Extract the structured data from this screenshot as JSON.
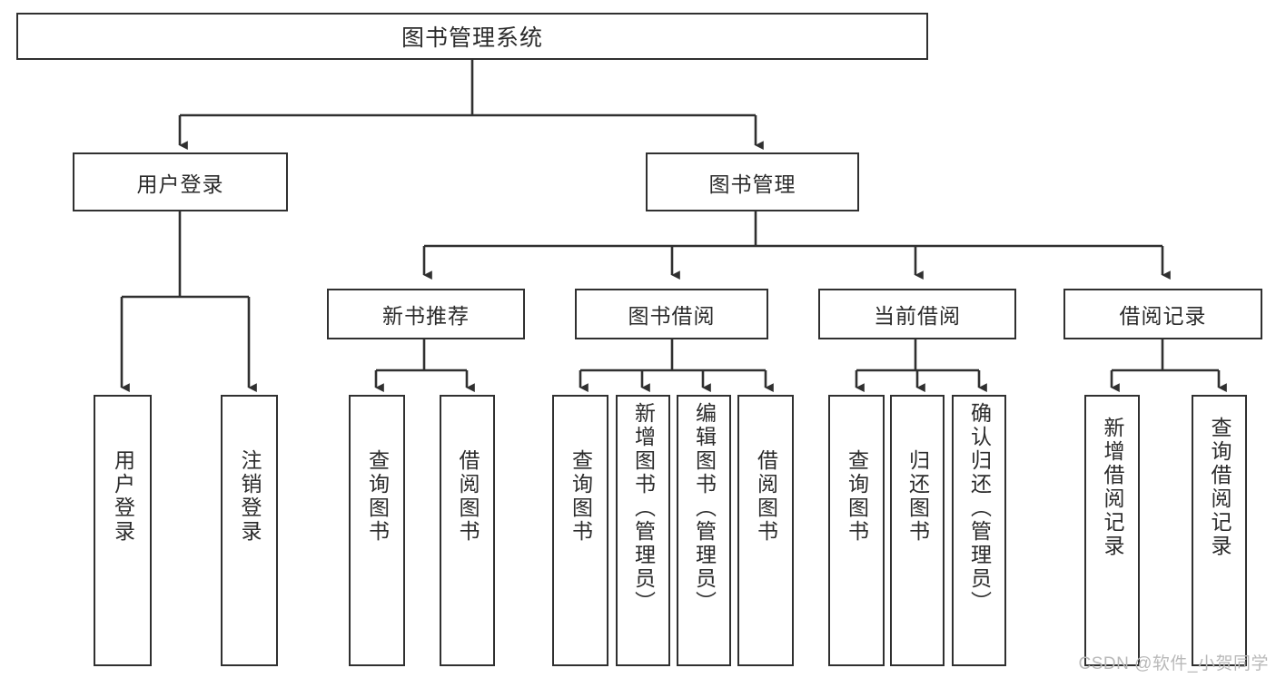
{
  "diagram": {
    "title": "图书管理系统",
    "type": "tree-hierarchy",
    "root": {
      "label": "图书管理系统",
      "orientation": "horizontal"
    },
    "level2": [
      {
        "label": "用户登录",
        "orientation": "horizontal"
      },
      {
        "label": "图书管理",
        "orientation": "horizontal"
      }
    ],
    "level3": [
      {
        "label": "新书推荐",
        "orientation": "horizontal",
        "parent": "图书管理"
      },
      {
        "label": "图书借阅",
        "orientation": "horizontal",
        "parent": "图书管理"
      },
      {
        "label": "当前借阅",
        "orientation": "horizontal",
        "parent": "图书管理"
      },
      {
        "label": "借阅记录",
        "orientation": "horizontal",
        "parent": "图书管理"
      }
    ],
    "leaves": [
      {
        "label": "用户登录",
        "orientation": "vertical",
        "parent": "用户登录"
      },
      {
        "label": "注销登录",
        "orientation": "vertical",
        "parent": "用户登录"
      },
      {
        "label": "查询图书",
        "orientation": "vertical",
        "parent": "新书推荐"
      },
      {
        "label": "借阅图书",
        "orientation": "vertical",
        "parent": "新书推荐"
      },
      {
        "label": "查询图书",
        "orientation": "vertical",
        "parent": "图书借阅"
      },
      {
        "label": "新增图书（管理员）",
        "orientation": "vertical",
        "parent": "图书借阅"
      },
      {
        "label": "编辑图书（管理员）",
        "orientation": "vertical",
        "parent": "图书借阅"
      },
      {
        "label": "借阅图书",
        "orientation": "vertical",
        "parent": "图书借阅"
      },
      {
        "label": "查询图书",
        "orientation": "vertical",
        "parent": "当前借阅"
      },
      {
        "label": "归还图书",
        "orientation": "vertical",
        "parent": "当前借阅"
      },
      {
        "label": "确认归还（管理员）",
        "orientation": "vertical",
        "parent": "当前借阅"
      },
      {
        "label": "新增借阅记录",
        "orientation": "vertical",
        "parent": "借阅记录"
      },
      {
        "label": "查询借阅记录",
        "orientation": "vertical",
        "parent": "借阅记录"
      }
    ],
    "colors": {
      "stroke": "#303030",
      "text": "#2b2b2b",
      "background": "#ffffff",
      "watermark": "#b9b9b9"
    }
  },
  "watermark": {
    "text": "CSDN @软件_小贺同学"
  }
}
